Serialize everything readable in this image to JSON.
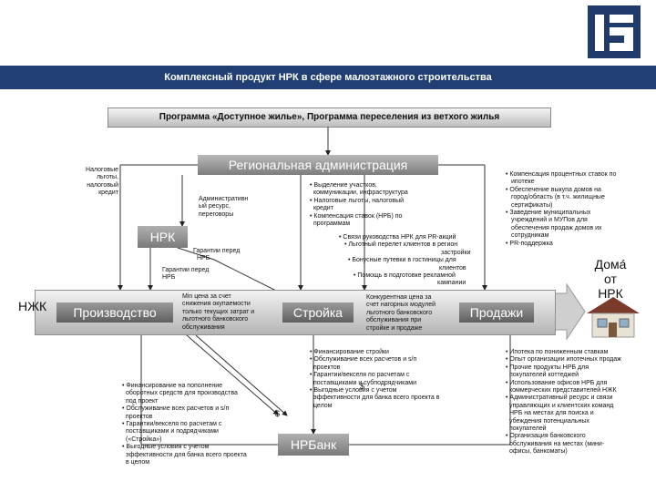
{
  "header": {
    "title": "Комплексный продукт НРК в сфере малоэтажного строительства",
    "program": "Программа «Доступное жилье», Программа переселения из ветхого жилья"
  },
  "nodes": {
    "region": "Региональная администрация",
    "npk": "НРК",
    "nzhk": "НЖК",
    "production": "Производство",
    "construction": "Стройка",
    "sales": "Продажи",
    "bank": "НРБанк",
    "home_line1": "Дома́",
    "home_line2": "от",
    "home_line3": "НРК"
  },
  "texts": {
    "tax": [
      "Налоговые",
      "льготы,",
      "налоговый",
      "кредит"
    ],
    "admin": [
      "Административн",
      "ый ресурс,",
      "переговоры"
    ],
    "guarantee1": [
      "Гарантии перед",
      "НРБ"
    ],
    "guarantee2": [
      "Гарантии перед",
      "НРБ"
    ],
    "min_price": [
      "Min цена за счет",
      "снижения окупаемости",
      "только текущих затрат и",
      "льготного банковского",
      "обслуживания"
    ],
    "competitive": [
      "Конкурентная цена за",
      "счет нагорных модулей",
      "льготного банковского",
      "обслуживания при",
      "стройке и продаже"
    ],
    "region_list": [
      "• Выделение участков,",
      "коммуникации, инфраструктура",
      "• Налоговые льготы, налоговый",
      "кредит",
      "• Компенсация ставок (НРБ) по",
      "программам"
    ],
    "pr_list": [
      "• Связи руководства НРК для PR-акций",
      "• Льготный перелет клиентов в регион",
      "застройки",
      "• Бонусные путевки в гостиницы для",
      "клиентов",
      "• Помощь в подготовке рекламной",
      "кампании"
    ],
    "right_top": [
      "• Компенсация процентных ставок по",
      "ипотеке",
      "• Обеспечение выкупа домов на",
      "город/область (в т.ч. жилищные",
      "сертификаты)",
      "• Заведение муниципальных",
      "учреждений и МУПов для",
      "обеспечения продаж домов их",
      "сотрудникам",
      "• PR-поддержка"
    ],
    "bottom_left": [
      "• Финансирование на пополнение",
      "оборотных средств для производства",
      "под проект",
      "• Обслуживание всех расчетов и s/п",
      "проектов",
      "• Гарантии/векселя по расчетам с",
      "поставщиками и подрядчиками",
      "(«Стройка»)",
      "• Выгодные условия с учетом",
      "эффективности для банка всего проекта",
      "в целом"
    ],
    "bottom_mid": [
      "• Финансирование стройки",
      "• Обслуживание всех расчетов и s/п",
      "проектов",
      "• Гарантии/векселя по расчетам с",
      "поставщиками и субподрядчиками",
      "• Выгодные условия с учетом",
      "эффективности для банка всего проекта в",
      "целом"
    ],
    "bottom_right": [
      "• Ипотека по пониженным ставкам",
      "• Опыт организации ипотечных продаж",
      "• Прочие продукты НРБ для",
      "покупателей коттеджей",
      "• Использование офисов НРБ для",
      "коммерческих представителей НЖК",
      "• Административный ресурс и связи",
      "управляющих и клиентских команд",
      "НРБ на местах для поиска и",
      "убеждения потенциальных",
      "покупателей",
      "• Организация банковского",
      "обслуживания на местах (мини-",
      "офисы, банкоматы)"
    ],
    "dollar1": "$",
    "dollar2": "$"
  },
  "colors": {
    "titlebar": "#213f72",
    "logo": "#1f3a6b",
    "node_gray": "#7d7d7d"
  }
}
